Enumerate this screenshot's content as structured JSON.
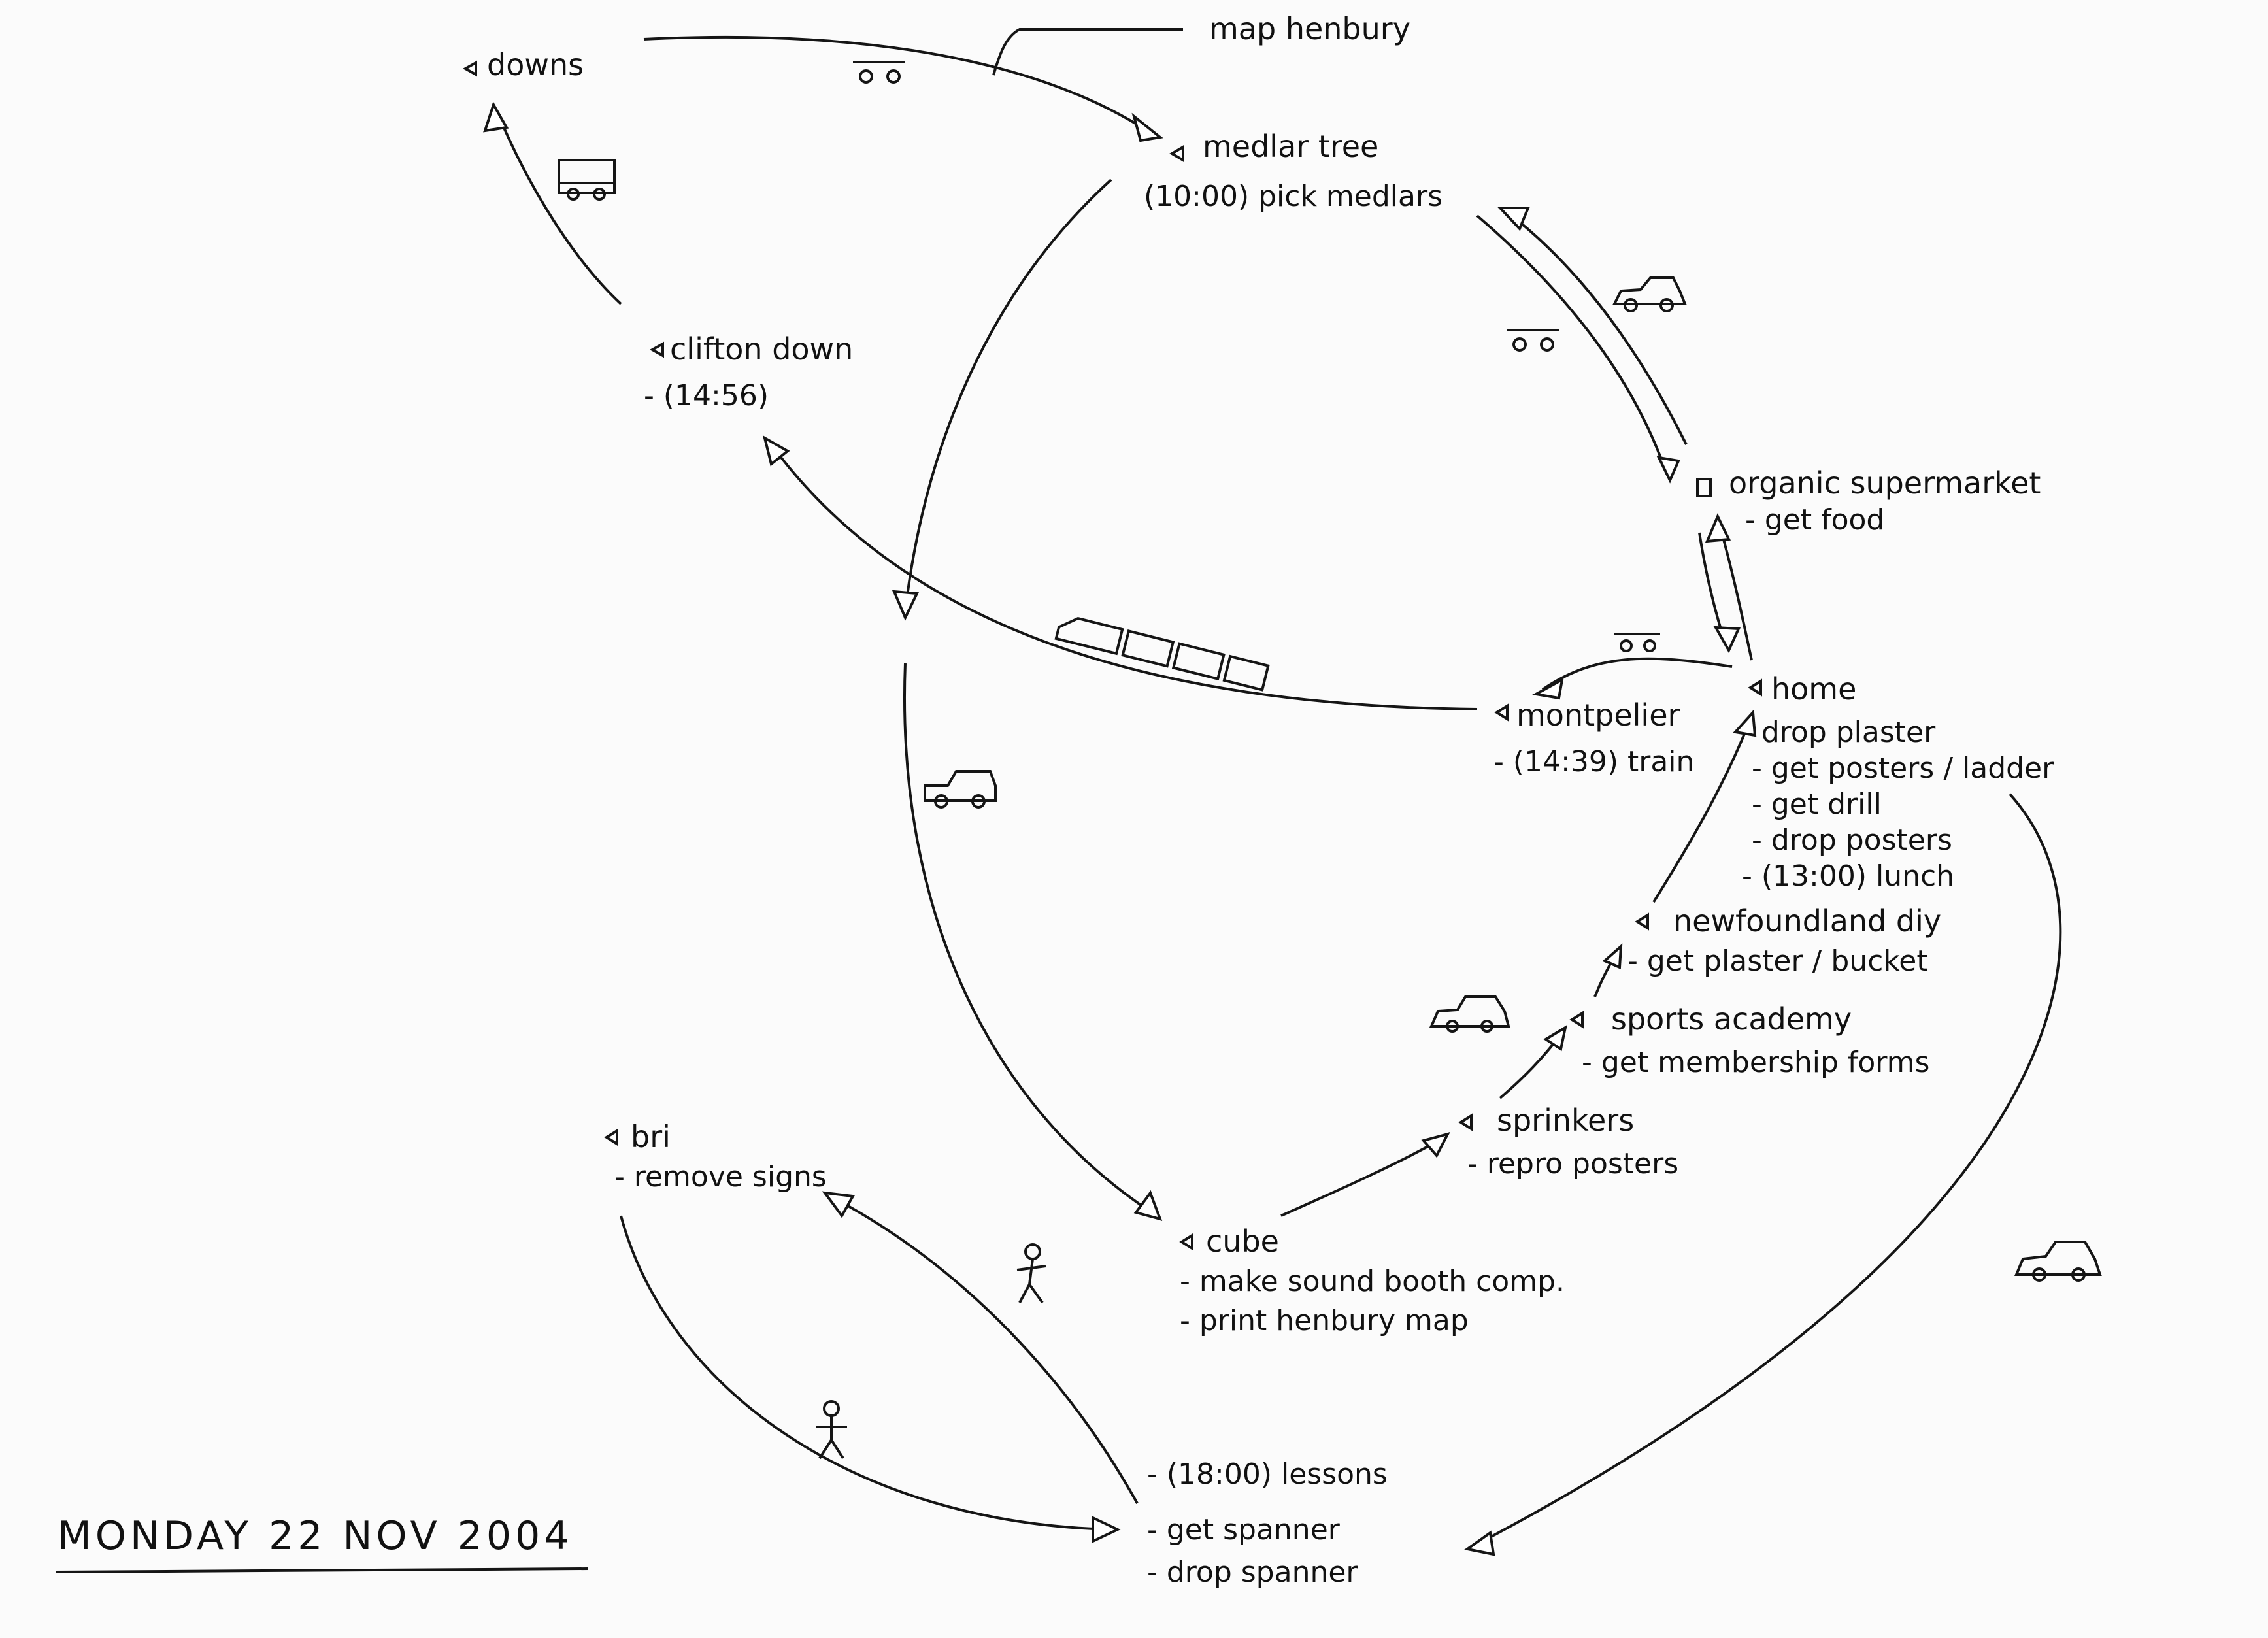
{
  "date_label": "MONDAY 22 NOV 2004",
  "note": "map henbury",
  "nodes": [
    {
      "id": "downs",
      "title": "downs",
      "tasks": []
    },
    {
      "id": "medlar",
      "title": "medlar tree",
      "tasks": [
        "(10:00) pick medlars"
      ]
    },
    {
      "id": "clifton",
      "title": "clifton down",
      "tasks": [
        "- (14:56)"
      ]
    },
    {
      "id": "organic",
      "title": "organic supermarket",
      "tasks": [
        "- get food"
      ]
    },
    {
      "id": "home",
      "title": "home",
      "tasks": [
        "- drop plaster",
        "- get posters / ladder",
        "- get drill",
        "- drop posters",
        "- (13:00) lunch"
      ]
    },
    {
      "id": "montpelier",
      "title": "montpelier",
      "tasks": [
        "- (14:39) train"
      ]
    },
    {
      "id": "newfoundland",
      "title": "newfoundland diy",
      "tasks": [
        "- get plaster / bucket"
      ]
    },
    {
      "id": "sports",
      "title": "sports academy",
      "tasks": [
        "- get membership forms"
      ]
    },
    {
      "id": "sprinkers",
      "title": "sprinkers",
      "tasks": [
        "- repro posters"
      ]
    },
    {
      "id": "bri",
      "title": "bri",
      "tasks": [
        "- remove signs"
      ]
    },
    {
      "id": "cube",
      "title": "cube",
      "tasks": [
        "- make sound booth comp.",
        "- print henbury map"
      ]
    },
    {
      "id": "lessons",
      "title": "",
      "tasks": [
        "- (18:00) lessons",
        "- get spanner",
        "- drop spanner"
      ]
    }
  ],
  "icons": {
    "bike": "bicycle-icon",
    "car": "car-icon",
    "van": "van-icon",
    "train": "train-icon",
    "walk": "walking-person-icon",
    "stop": "stop-bullet-icon"
  }
}
